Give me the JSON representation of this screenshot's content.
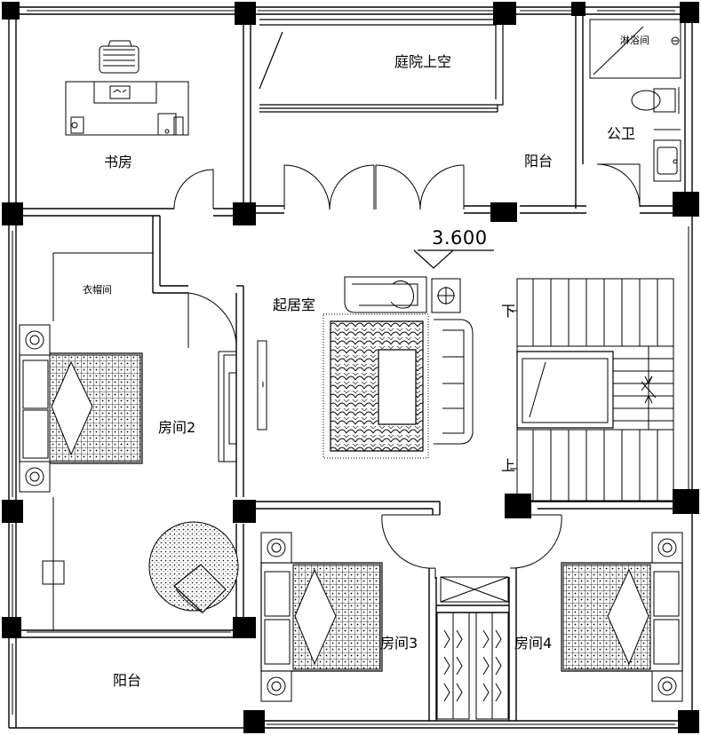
{
  "rooms": {
    "study": "书房",
    "courtyard_void": "庭院上空",
    "balcony_top": "阳台",
    "shower": "淋浴间",
    "public_bath": "公卫",
    "cloakroom": "衣帽间",
    "living": "起居室",
    "room2": "房间2",
    "room3": "房间3",
    "room4": "房间4",
    "balcony_bottom": "阳台"
  },
  "elevation": "3.600",
  "stairs": {
    "down": "下",
    "up": "上"
  },
  "colors": {
    "wall": "#000000",
    "column": "#000000",
    "line": "#000000",
    "hatch": "#000000",
    "background": "#ffffff"
  }
}
